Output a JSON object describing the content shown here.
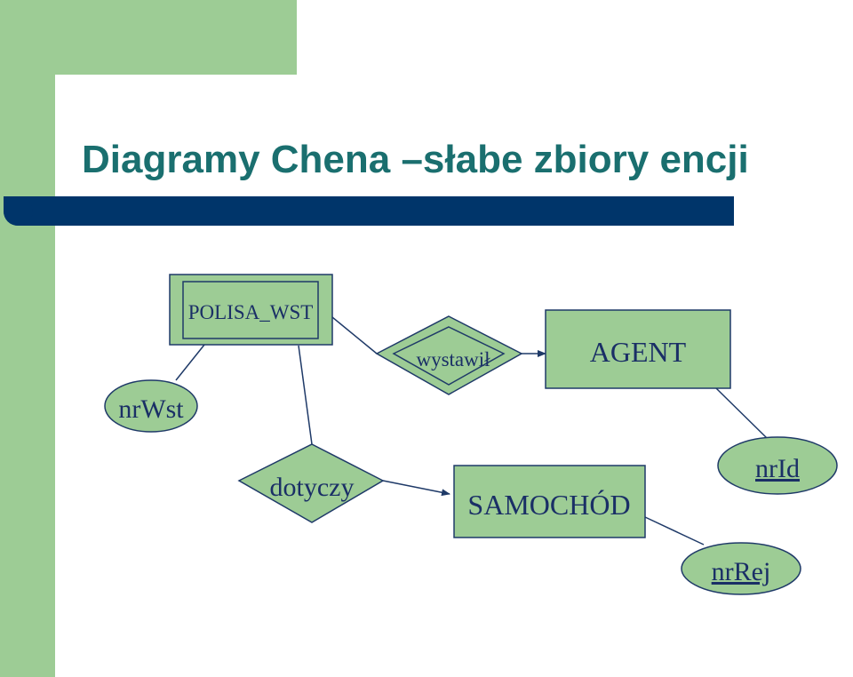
{
  "slide": {
    "title": "Diagramy Chena –słabe zbiory encji"
  },
  "diagram": {
    "entities": [
      {
        "id": "polisa",
        "label": "POLISA_WST",
        "weak": true
      },
      {
        "id": "agent",
        "label": "AGENT",
        "weak": false
      },
      {
        "id": "samochod",
        "label": "SAMOCHÓD",
        "weak": false
      }
    ],
    "relationships": [
      {
        "id": "wystawil",
        "label": "wystawił",
        "identifying": true
      },
      {
        "id": "dotyczy",
        "label": "dotyczy",
        "identifying": false
      }
    ],
    "attributes": [
      {
        "id": "nrwst",
        "label": "nrWst",
        "underlined": false
      },
      {
        "id": "nrid",
        "label": "nrId",
        "underlined": true
      },
      {
        "id": "nrrej",
        "label": "nrRej",
        "underlined": true
      }
    ]
  },
  "colors": {
    "accent_green": "#9dcc95",
    "title_teal": "#1a6f6f",
    "navy": "#00356a",
    "text_navy": "#1a2f66",
    "line_navy": "#1f3a68"
  }
}
